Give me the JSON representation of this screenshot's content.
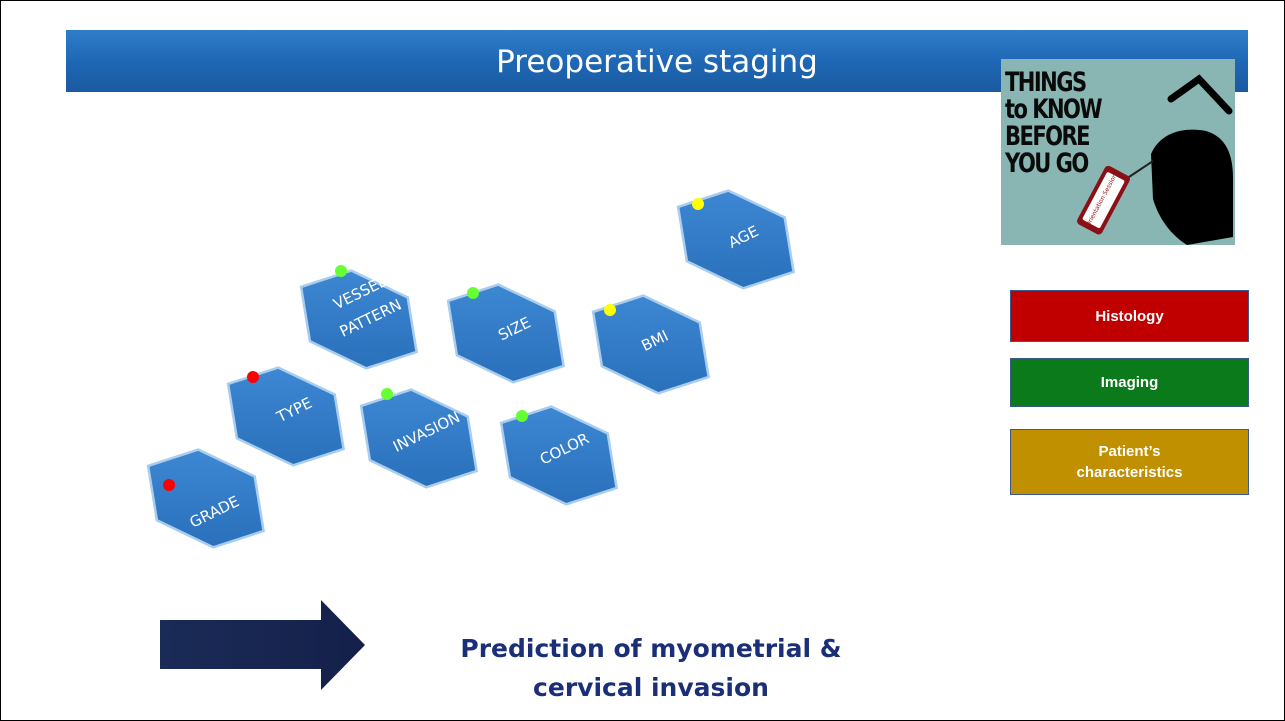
{
  "slide": {
    "title": "Preoperative staging",
    "poster": {
      "lines": [
        "THINGS",
        "to KNOW",
        "BEFORE",
        "YOU GO"
      ],
      "tag_text": "Orientation Session",
      "icon": "suitcase-icon"
    },
    "factors": [
      {
        "label": "GRADE",
        "dot_color": "#ff0000"
      },
      {
        "label": "TYPE",
        "dot_color": "#ff0000"
      },
      {
        "label": "VESSEL",
        "label2": "PATTERN",
        "dot_color": "#66ff33"
      },
      {
        "label": "INVASION",
        "dot_color": "#66ff33"
      },
      {
        "label": "SIZE",
        "dot_color": "#66ff33"
      },
      {
        "label": "COLOR",
        "dot_color": "#66ff33"
      },
      {
        "label": "BMI",
        "dot_color": "#ffff00"
      },
      {
        "label": "AGE",
        "dot_color": "#ffff00"
      }
    ],
    "legend": {
      "histology": {
        "label": "Histology",
        "color": "#c00000"
      },
      "imaging": {
        "label": "Imaging",
        "color": "#0a7a1a"
      },
      "patient": {
        "label_line1": "Patient’s",
        "label_line2": "characteristics",
        "color": "#c09000"
      }
    },
    "arrow_icon": "right-arrow-icon",
    "prediction": {
      "line1": "Prediction of myometrial &",
      "line2": "cervical invasion"
    }
  }
}
